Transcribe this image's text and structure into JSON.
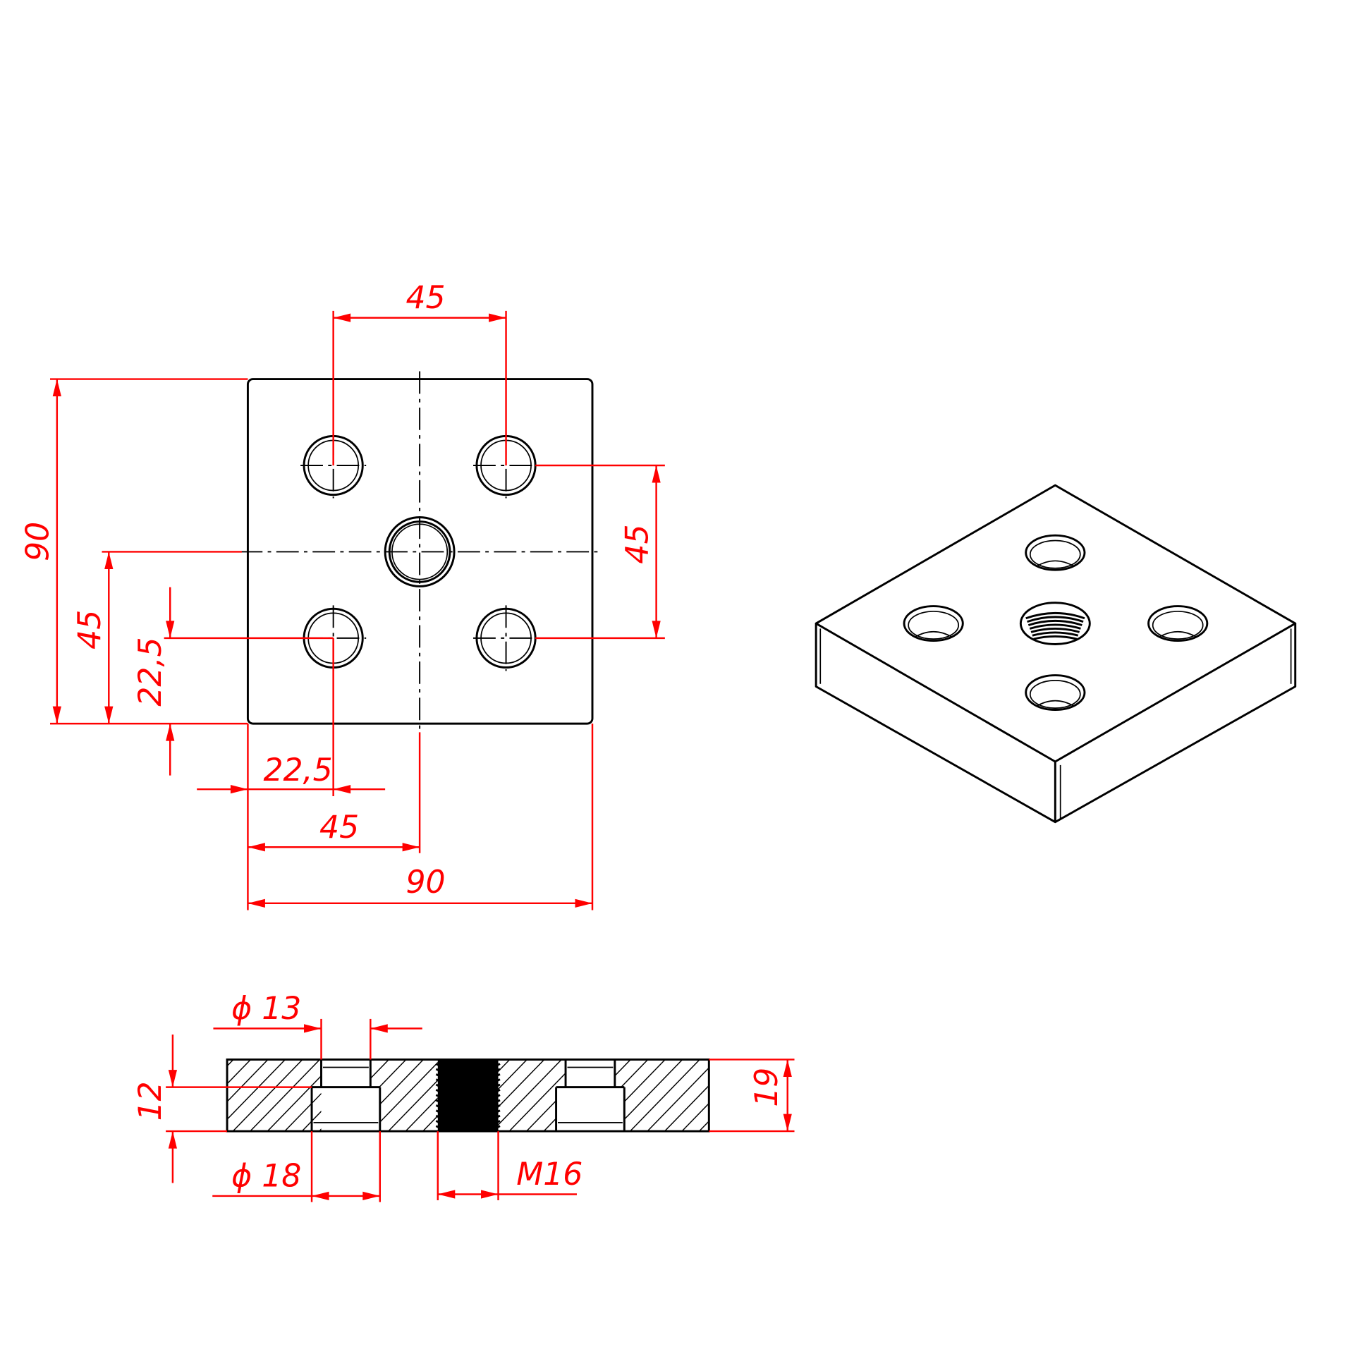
{
  "views": {
    "top_view": {
      "dims": {
        "hole_spacing_top": "45",
        "overall_height": "90",
        "center_height": "45",
        "hole_offset_y": "22,5",
        "hole_spacing_right": "45",
        "hole_offset_x": "22,5",
        "center_width": "45",
        "overall_width": "90"
      }
    },
    "section_view": {
      "dims": {
        "through_hole": "ϕ 13",
        "counterbore_depth": "12",
        "thickness": "19",
        "counterbore_dia": "ϕ 18",
        "thread": "M16"
      }
    }
  },
  "colors": {
    "dimension": "#ff0000",
    "outline": "#000000"
  }
}
